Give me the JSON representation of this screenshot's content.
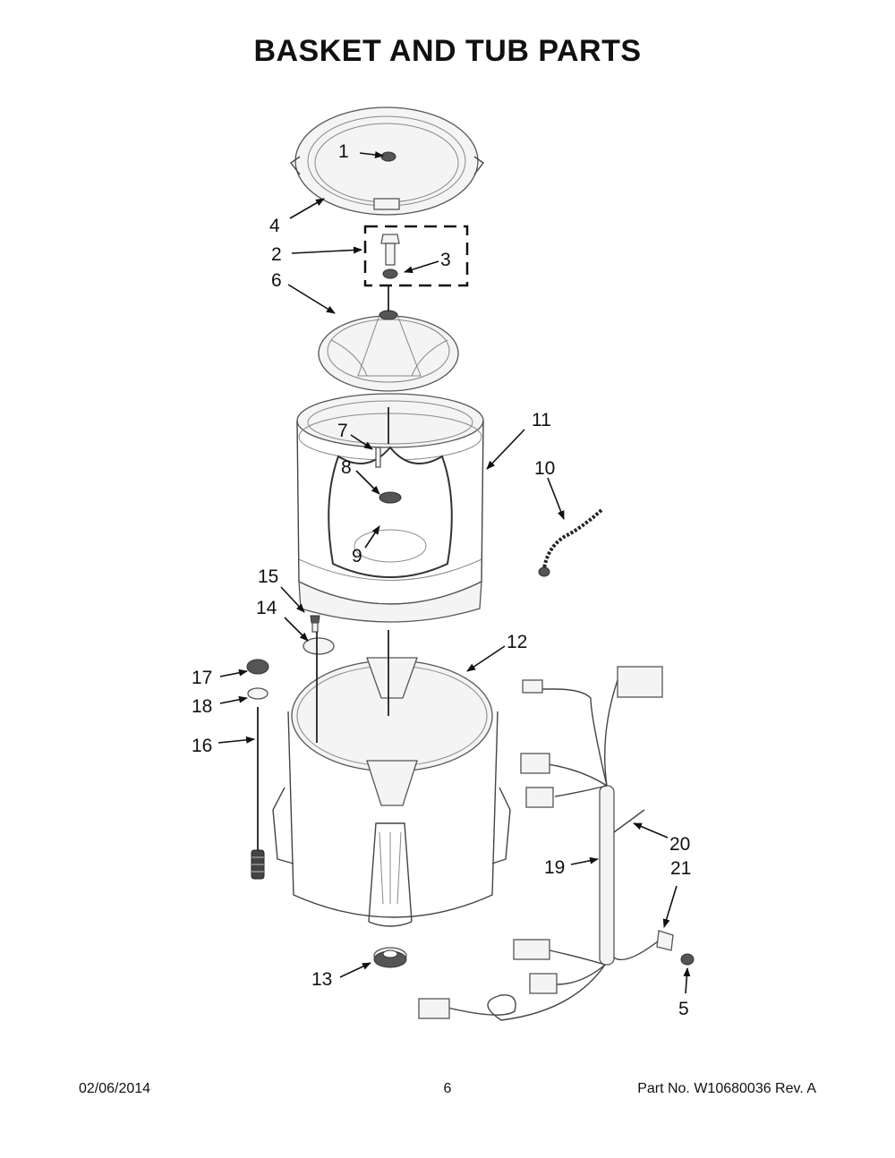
{
  "title": "BASKET AND TUB PARTS",
  "callouts": [
    {
      "label": "1"
    },
    {
      "label": "2"
    },
    {
      "label": "3"
    },
    {
      "label": "4"
    },
    {
      "label": "5"
    },
    {
      "label": "6"
    },
    {
      "label": "7"
    },
    {
      "label": "8"
    },
    {
      "label": "9"
    },
    {
      "label": "10"
    },
    {
      "label": "11"
    },
    {
      "label": "12"
    },
    {
      "label": "13"
    },
    {
      "label": "14"
    },
    {
      "label": "15"
    },
    {
      "label": "16"
    },
    {
      "label": "17"
    },
    {
      "label": "18"
    },
    {
      "label": "19"
    },
    {
      "label": "20"
    },
    {
      "label": "21"
    }
  ],
  "footer": {
    "date": "02/06/2014",
    "page": "6",
    "part": "Part No.  W10680036  Rev.  A"
  }
}
